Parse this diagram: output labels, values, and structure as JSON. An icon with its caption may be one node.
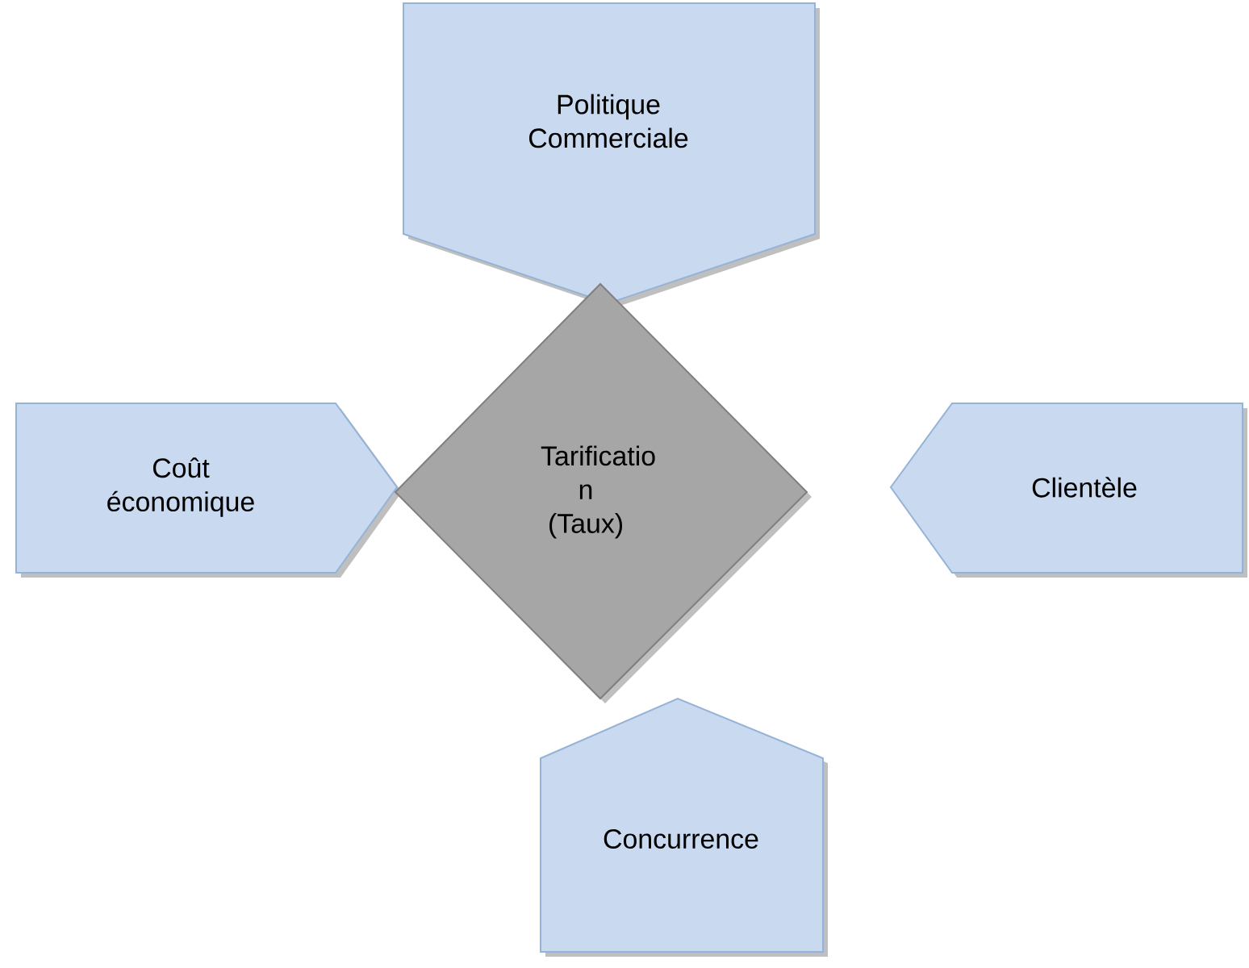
{
  "diagram": {
    "nodes": [
      {
        "text": [
          "Politique Commerciale"
        ]
      },
      {
        "text": [
          "Coût économique"
        ]
      },
      {
        "text": [
          "Tarificatio n (Taux)"
        ]
      },
      {
        "text": [
          "Clientèle"
        ]
      },
      {
        "text": [
          "Concurrence"
        ]
      }
    ]
  }
}
